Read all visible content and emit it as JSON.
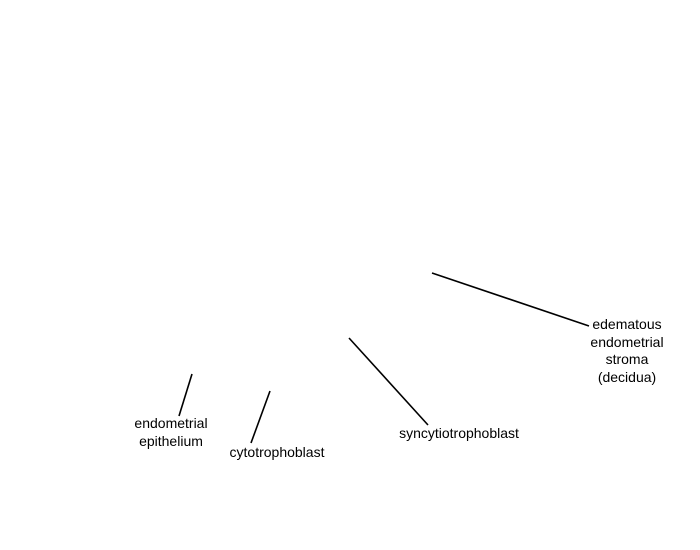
{
  "diagram": {
    "labels": {
      "endometrial_epithelium": [
        "endometrial",
        "epithelium"
      ],
      "cytotrophoblast": [
        "cytotrophoblast"
      ],
      "syncytiotrophoblast": [
        "syncytiotrophoblast"
      ],
      "decidua": [
        "edematous",
        "endometrial",
        "stroma",
        "(decidua)"
      ]
    },
    "colors": {
      "background": "#ffffff",
      "lines": "#000000",
      "text": "#000000"
    }
  }
}
